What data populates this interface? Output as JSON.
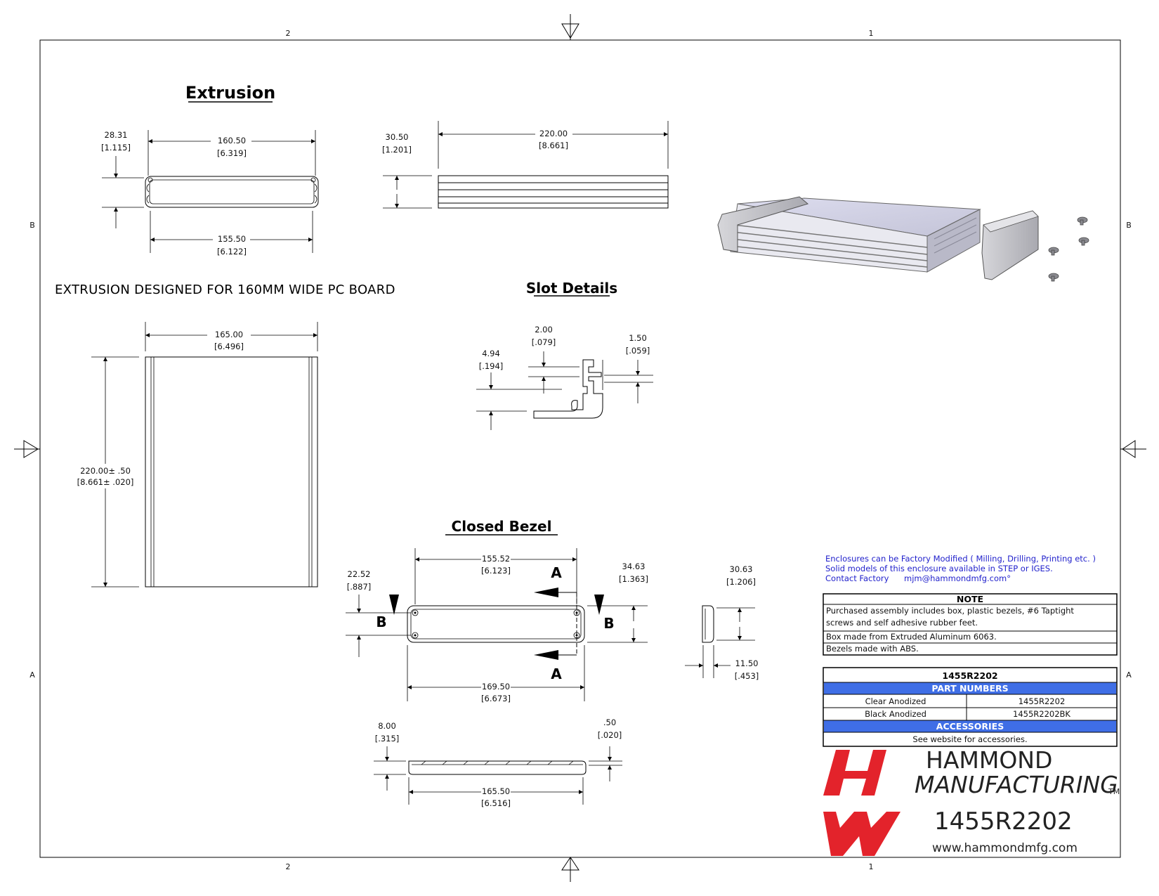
{
  "grid": {
    "top_left": "2",
    "top_right": "1",
    "bottom_left": "2",
    "bottom_right": "1",
    "left_upper": "B",
    "left_lower": "A",
    "right_upper": "B",
    "right_lower": "A"
  },
  "extrusion": {
    "title": "Extrusion",
    "dim_top_width_mm": "160.50",
    "dim_top_width_in": "[6.319]",
    "dim_height_mm": "28.31",
    "dim_height_in": "[1.115]",
    "dim_bottom_width_mm": "155.50",
    "dim_bottom_width_in": "[6.122]",
    "side_height_mm": "30.50",
    "side_height_in": "[1.201]",
    "side_length_mm": "220.00",
    "side_length_in": "[8.661]",
    "caption": "EXTRUSION DESIGNED FOR 160MM WIDE PC BOARD",
    "top_width_mm": "165.00",
    "top_width_in": "[6.496]",
    "top_length_mm": "220.00± .50",
    "top_length_in": "[8.661± .020]"
  },
  "slot": {
    "title": "Slot Details",
    "d1_mm": "2.00",
    "d1_in": "[.079]",
    "d2_mm": "4.94",
    "d2_in": "[.194]",
    "d3_mm": "1.50",
    "d3_in": "[.059]"
  },
  "bezel": {
    "title": "Closed Bezel",
    "w_top_mm": "155.52",
    "w_top_in": "[6.123]",
    "h_left_mm": "22.52",
    "h_left_in": "[.887]",
    "h_right_mm": "34.63",
    "h_right_in": "[1.363]",
    "w_bottom_mm": "169.50",
    "w_bottom_in": "[6.673]",
    "side_h_mm": "30.63",
    "side_h_in": "[1.206]",
    "side_t_mm": "11.50",
    "side_t_in": "[.453]",
    "edge_h_mm": "8.00",
    "edge_h_in": "[.315]",
    "edge_t_mm": ".50",
    "edge_t_in": "[.020]",
    "edge_w_mm": "165.50",
    "edge_w_in": "[6.516]",
    "label_a": "A",
    "label_b": "B"
  },
  "info": {
    "line1": "Enclosures can be Factory Modified ( Milling, Drilling, Printing etc. )",
    "line2": "Solid models of this enclosure available in STEP or IGES.",
    "line3_label": "Contact Factory",
    "line3_email": "mjm@hammondmfg.com°"
  },
  "note_table": {
    "header": "NOTE",
    "row1a": "Purchased assembly includes box, plastic bezels, #6 Taptight",
    "row1b": "screws and self adhesive rubber feet.",
    "row2": "Box made from Extruded Aluminum 6063.",
    "row3": "Bezels made with ABS."
  },
  "parts_table": {
    "title": "1455R2202",
    "header": "PART NUMBERS",
    "rows": [
      {
        "finish": "Clear Anodized",
        "part": "1455R2202"
      },
      {
        "finish": "Black Anodized",
        "part": "1455R2202BK"
      }
    ],
    "acc_header": "ACCESSORIES",
    "acc_text": "See website for accessories."
  },
  "brand": {
    "name1": "HAMMOND",
    "name2": "MANUFACTURING",
    "tm": "TM",
    "part": "1455R2202",
    "website": "www.hammondmfg.com"
  },
  "colors": {
    "table_header": "#3f6ee6",
    "logo_red": "#e3232b",
    "info_blue": "#2222cc"
  }
}
